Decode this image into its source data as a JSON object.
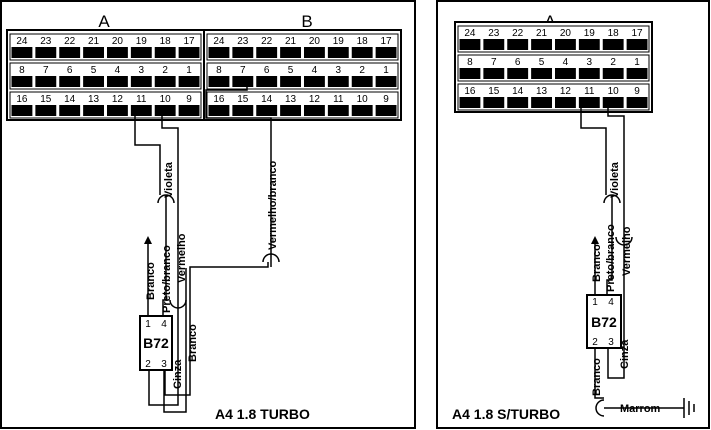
{
  "connectors": {
    "left_a": {
      "label": "A"
    },
    "left_b": {
      "label": "B"
    },
    "right_a": {
      "label": "A"
    },
    "rows": [
      [
        "24",
        "23",
        "22",
        "21",
        "20",
        "19",
        "18",
        "17"
      ],
      [
        "8",
        "7",
        "6",
        "5",
        "4",
        "3",
        "2",
        "1"
      ],
      [
        "16",
        "15",
        "14",
        "13",
        "12",
        "11",
        "10",
        "9"
      ]
    ]
  },
  "wires": {
    "violeta": "Violeta",
    "preto_branco": "Preto/branco",
    "vermelho": "Vermelho",
    "branco": "Branco",
    "vermelho_branco": "Vermelho/branco",
    "cinza": "Cinza",
    "marrom": "Marrom"
  },
  "relay": {
    "label": "B72",
    "pin1": "1",
    "pin2": "2",
    "pin3": "3",
    "pin4": "4"
  },
  "captions": {
    "left": "A4 1.8 TURBO",
    "right": "A4 1.8 S/TURBO"
  }
}
